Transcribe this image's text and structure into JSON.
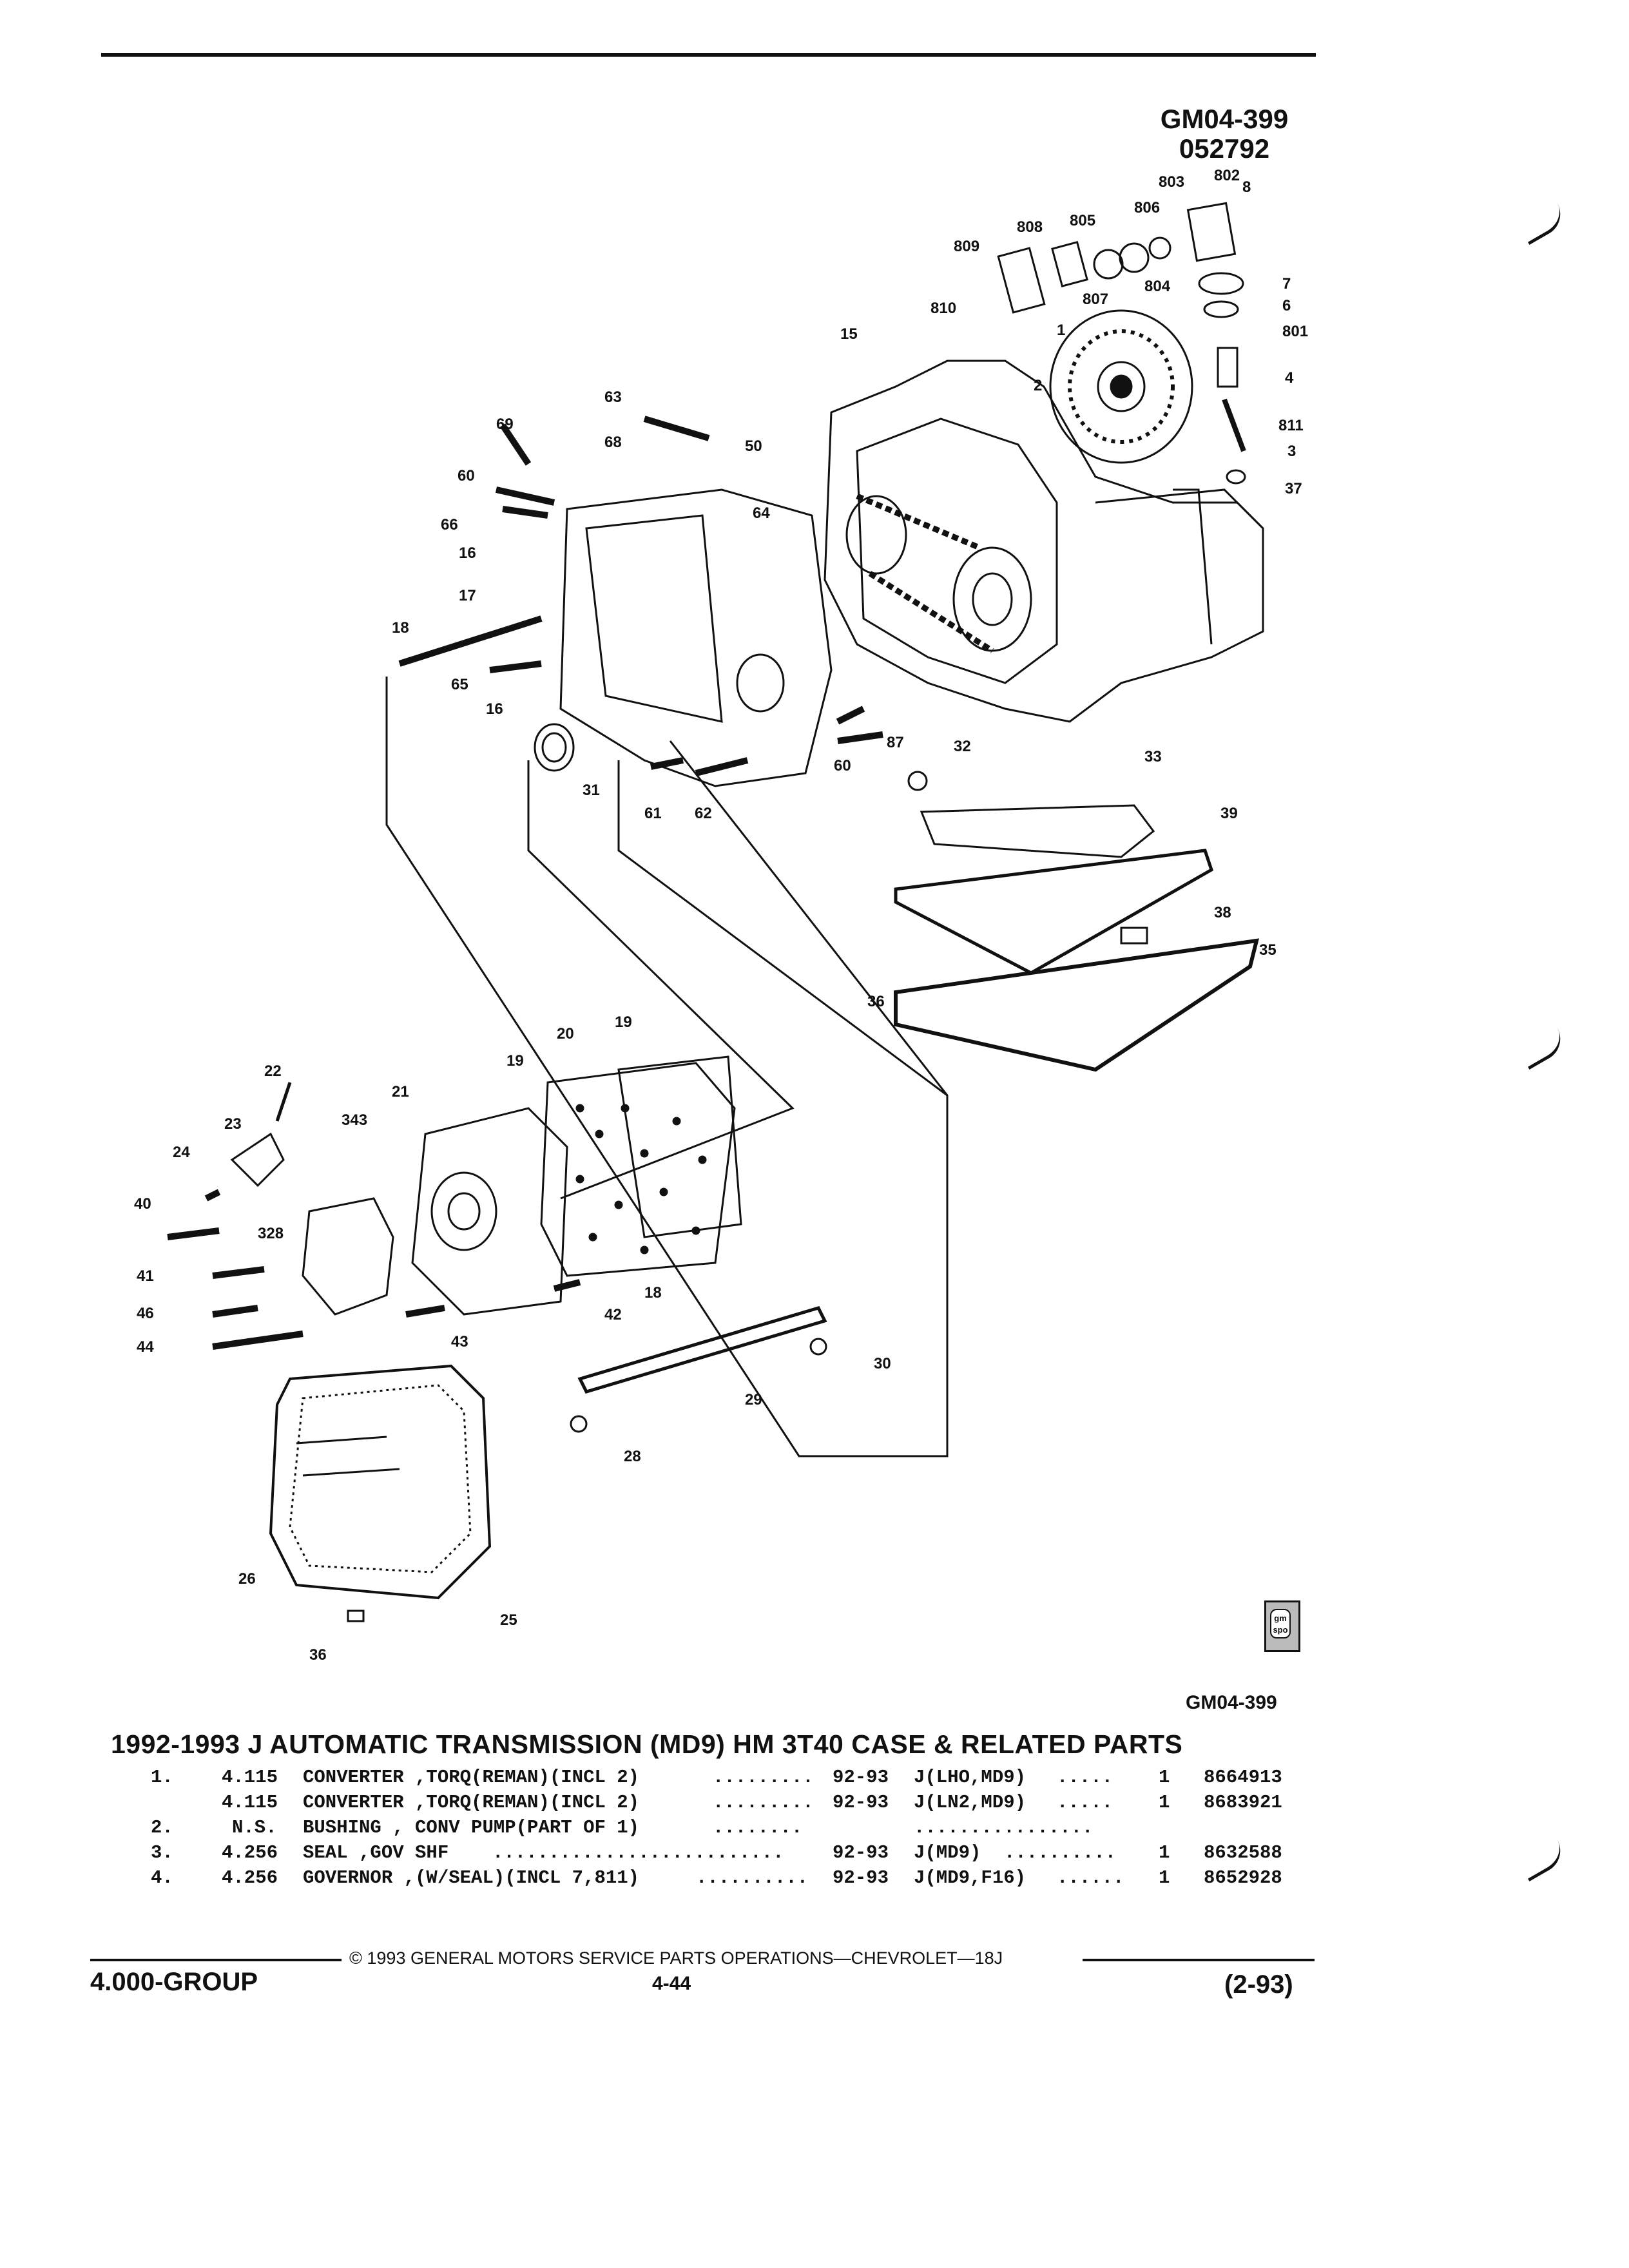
{
  "header": {
    "code_line1": "GM04-399",
    "code_line2": "052792"
  },
  "diagram": {
    "callouts": [
      "803",
      "802",
      "8",
      "806",
      "805",
      "808",
      "809",
      "804",
      "807",
      "810",
      "7",
      "6",
      "801",
      "1",
      "15",
      "2",
      "4",
      "811",
      "3",
      "37",
      "63",
      "69",
      "68",
      "50",
      "60",
      "66",
      "64",
      "16",
      "17",
      "18",
      "65",
      "16",
      "87",
      "60",
      "61",
      "62",
      "31",
      "32",
      "33",
      "39",
      "38",
      "35",
      "36",
      "20",
      "19",
      "19",
      "22",
      "21",
      "343",
      "23",
      "24",
      "40",
      "328",
      "41",
      "46",
      "44",
      "18",
      "42",
      "43",
      "30",
      "29",
      "28",
      "26",
      "25",
      "36"
    ]
  },
  "badge": {
    "text": "gm spo"
  },
  "caption_code": "GM04-399",
  "section_title": "1992-1993 J AUTOMATIC TRANSMISSION (MD9) HM 3T40 CASE & RELATED PARTS",
  "parts_table": [
    {
      "item": "1.",
      "group": "4.115",
      "description": "CONVERTER ,TORQ(REMAN)(INCL 2)",
      "leader1": ".........",
      "years": "92-93",
      "usage": "J(LHO,MD9)",
      "leader2": ".....",
      "qty": "1",
      "part_no": "8664913"
    },
    {
      "item": "",
      "group": "4.115",
      "description": "CONVERTER ,TORQ(REMAN)(INCL 2)",
      "leader1": ".........",
      "years": "92-93",
      "usage": "J(LN2,MD9)",
      "leader2": ".....",
      "qty": "1",
      "part_no": "8683921"
    },
    {
      "item": "2.",
      "group": "N.S.",
      "description": "BUSHING , CONV PUMP(PART OF 1)",
      "leader1": "........",
      "years": "",
      "usage": "................",
      "leader2": "",
      "qty": "",
      "part_no": ""
    },
    {
      "item": "3.",
      "group": "4.256",
      "description": "SEAL ,GOV SHF",
      "leader1": "..........................",
      "years": "92-93",
      "usage": "J(MD9)",
      "leader2": "..........",
      "qty": "1",
      "part_no": "8632588"
    },
    {
      "item": "4.",
      "group": "4.256",
      "description": "GOVERNOR ,(W/SEAL)(INCL 7,811)",
      "leader1": "..........",
      "years": "92-93",
      "usage": "J(MD9,F16)",
      "leader2": "......",
      "qty": "1",
      "part_no": "8652928"
    }
  ],
  "footer": {
    "copyright": "© 1993 GENERAL MOTORS SERVICE PARTS OPERATIONS—CHEVROLET—18J",
    "group": "4.000-GROUP",
    "page": "4-44",
    "date": "(2-93)"
  }
}
